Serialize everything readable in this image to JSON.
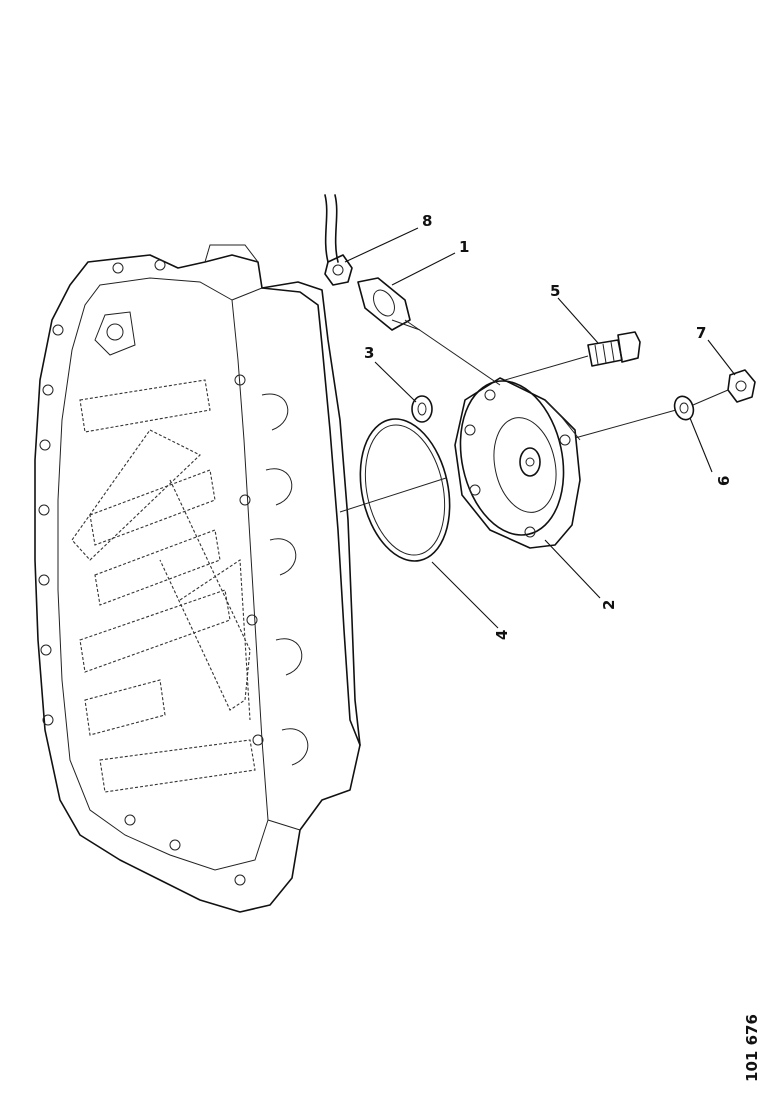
{
  "drawing_number": "101 676",
  "callouts": [
    {
      "id": "callout-1",
      "label": "1"
    },
    {
      "id": "callout-2",
      "label": "2"
    },
    {
      "id": "callout-3",
      "label": "3"
    },
    {
      "id": "callout-4",
      "label": "4"
    },
    {
      "id": "callout-5",
      "label": "5"
    },
    {
      "id": "callout-6",
      "label": "6"
    },
    {
      "id": "callout-7",
      "label": "7"
    },
    {
      "id": "callout-8",
      "label": "8"
    }
  ],
  "line_color": "#111111",
  "background_color": "#ffffff"
}
